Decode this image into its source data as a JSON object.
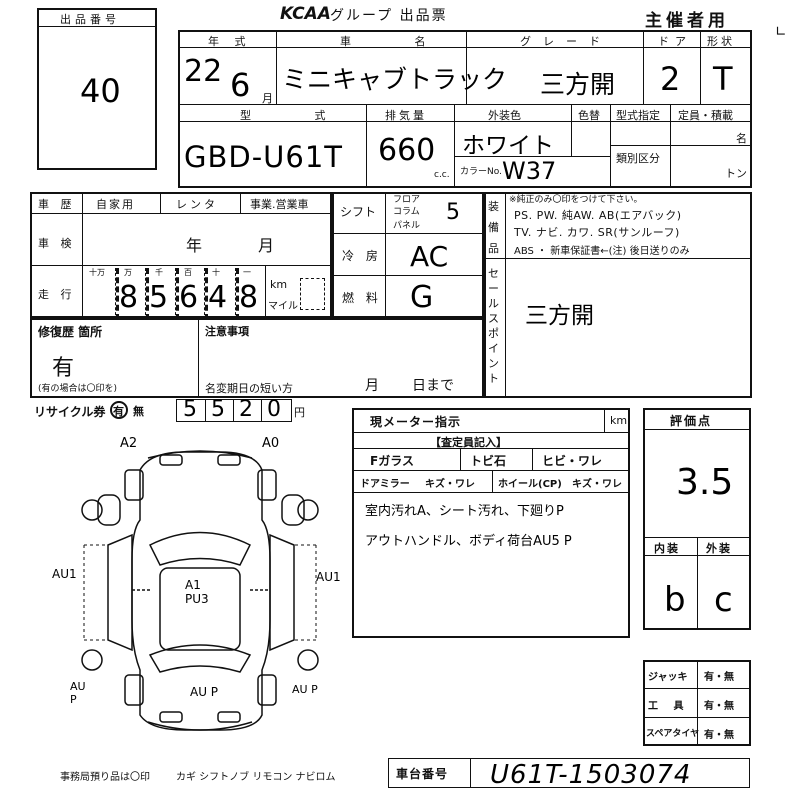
{
  "header": {
    "lot_label": "出品番号",
    "lot_number": "40",
    "brand": "KCAA",
    "title": "グループ 出品票",
    "organizer": "主催者用"
  },
  "row1": {
    "year_label": "年 式",
    "year": "22",
    "month": "6",
    "month_unit": "月",
    "model_label": "車 名",
    "model": "ミニキャブトラック",
    "grade_label": "グレード",
    "grade": "三方開",
    "door_label": "ドア",
    "doors": "2",
    "shape_label": "形状",
    "shape": "T"
  },
  "row2": {
    "type_label": "型 式",
    "type_code": "GBD-U61T",
    "displacement_label": "排気量",
    "displacement": "660",
    "cc": "c.c.",
    "color_label": "外装色",
    "color": "ホワイト",
    "color_change_label": "色替",
    "color_no_label": "カラーNo.",
    "color_no": "W37",
    "type_designation_label": "型式指定",
    "category_label": "類別区分",
    "capacity_label": "定員・積載",
    "persons_unit": "名",
    "ton_unit": "トン"
  },
  "history": {
    "label": "車 歴",
    "options": [
      "自家用",
      "レンタ",
      "事業.営業車"
    ]
  },
  "inspection": {
    "label": "車 検",
    "year_unit": "年",
    "month_unit": "月"
  },
  "mileage": {
    "label": "走 行",
    "unit_headers": [
      "十万",
      "万",
      "千",
      "百",
      "十",
      "一"
    ],
    "digits": [
      "8",
      "5",
      "6",
      "4",
      "8"
    ],
    "km": "km",
    "mile": "マイル"
  },
  "shift": {
    "label": "シフト",
    "options": [
      "フロア",
      "コラム",
      "パネル"
    ],
    "value": "5"
  },
  "aircon": {
    "label": "冷 房",
    "value": "AC"
  },
  "fuel": {
    "label": "燃 料",
    "value": "G"
  },
  "equipment": {
    "label": "装備品",
    "note": "※純正のみ〇印をつけて下さい。",
    "line1": "PS. PW. 純AW. AB(エアバック)",
    "line2": "TV. ナビ. カワ. SR(サンルーフ)",
    "line3": "ABS ・ 新車保証書←(注) 後日送りのみ"
  },
  "sales_point": {
    "label": "セールスポイント",
    "value": "三方開"
  },
  "repair": {
    "label": "修復歴 箇所",
    "value": "有",
    "note": "(有の場合は〇印を)"
  },
  "notes": {
    "label": "注意事項",
    "name_change_label": "名変期日の短い方",
    "month_unit": "月",
    "day_unit": "日まで"
  },
  "recycle": {
    "label": "リサイクル券",
    "has": "有",
    "none": "無",
    "digits": [
      "5",
      "5",
      "2",
      "0"
    ],
    "yen": "円"
  },
  "diagram_marks": [
    "A2",
    "A0",
    "AU1",
    "A1\nPU3",
    "AU1",
    "AU P",
    "AU P"
  ],
  "inspector": {
    "meter_label": "現メーター指示",
    "km": "km",
    "title": "【査定員記入】",
    "f_glass": "Fガラス",
    "tobi_ishi": "トビ石",
    "hibi_ware": "ヒビ・ワレ",
    "door_mirror": "ドアミラー",
    "kizu_ware": "キズ・ワレ",
    "wheel": "ホイール(CP)",
    "wheel_kizu": "キズ・ワレ",
    "comment1": "室内汚れA、シート汚れ、下廻りP",
    "comment2": "アウトハンドル、ボディ荷台AU5 P"
  },
  "rating": {
    "label": "評価点",
    "score": "3.5",
    "interior_label": "内装",
    "exterior_label": "外装",
    "interior": "b",
    "exterior": "c"
  },
  "tools": {
    "jack_label": "ジャッキ",
    "tools_label": "工 具",
    "spare_label": "スペアタイヤ",
    "choice": "有・無"
  },
  "footer": {
    "office_note": "事務局預り品は〇印",
    "items": "カギ シフトノブ リモコン ナビロム",
    "chassis_label": "車台番号",
    "chassis": "U61T-1503074"
  }
}
